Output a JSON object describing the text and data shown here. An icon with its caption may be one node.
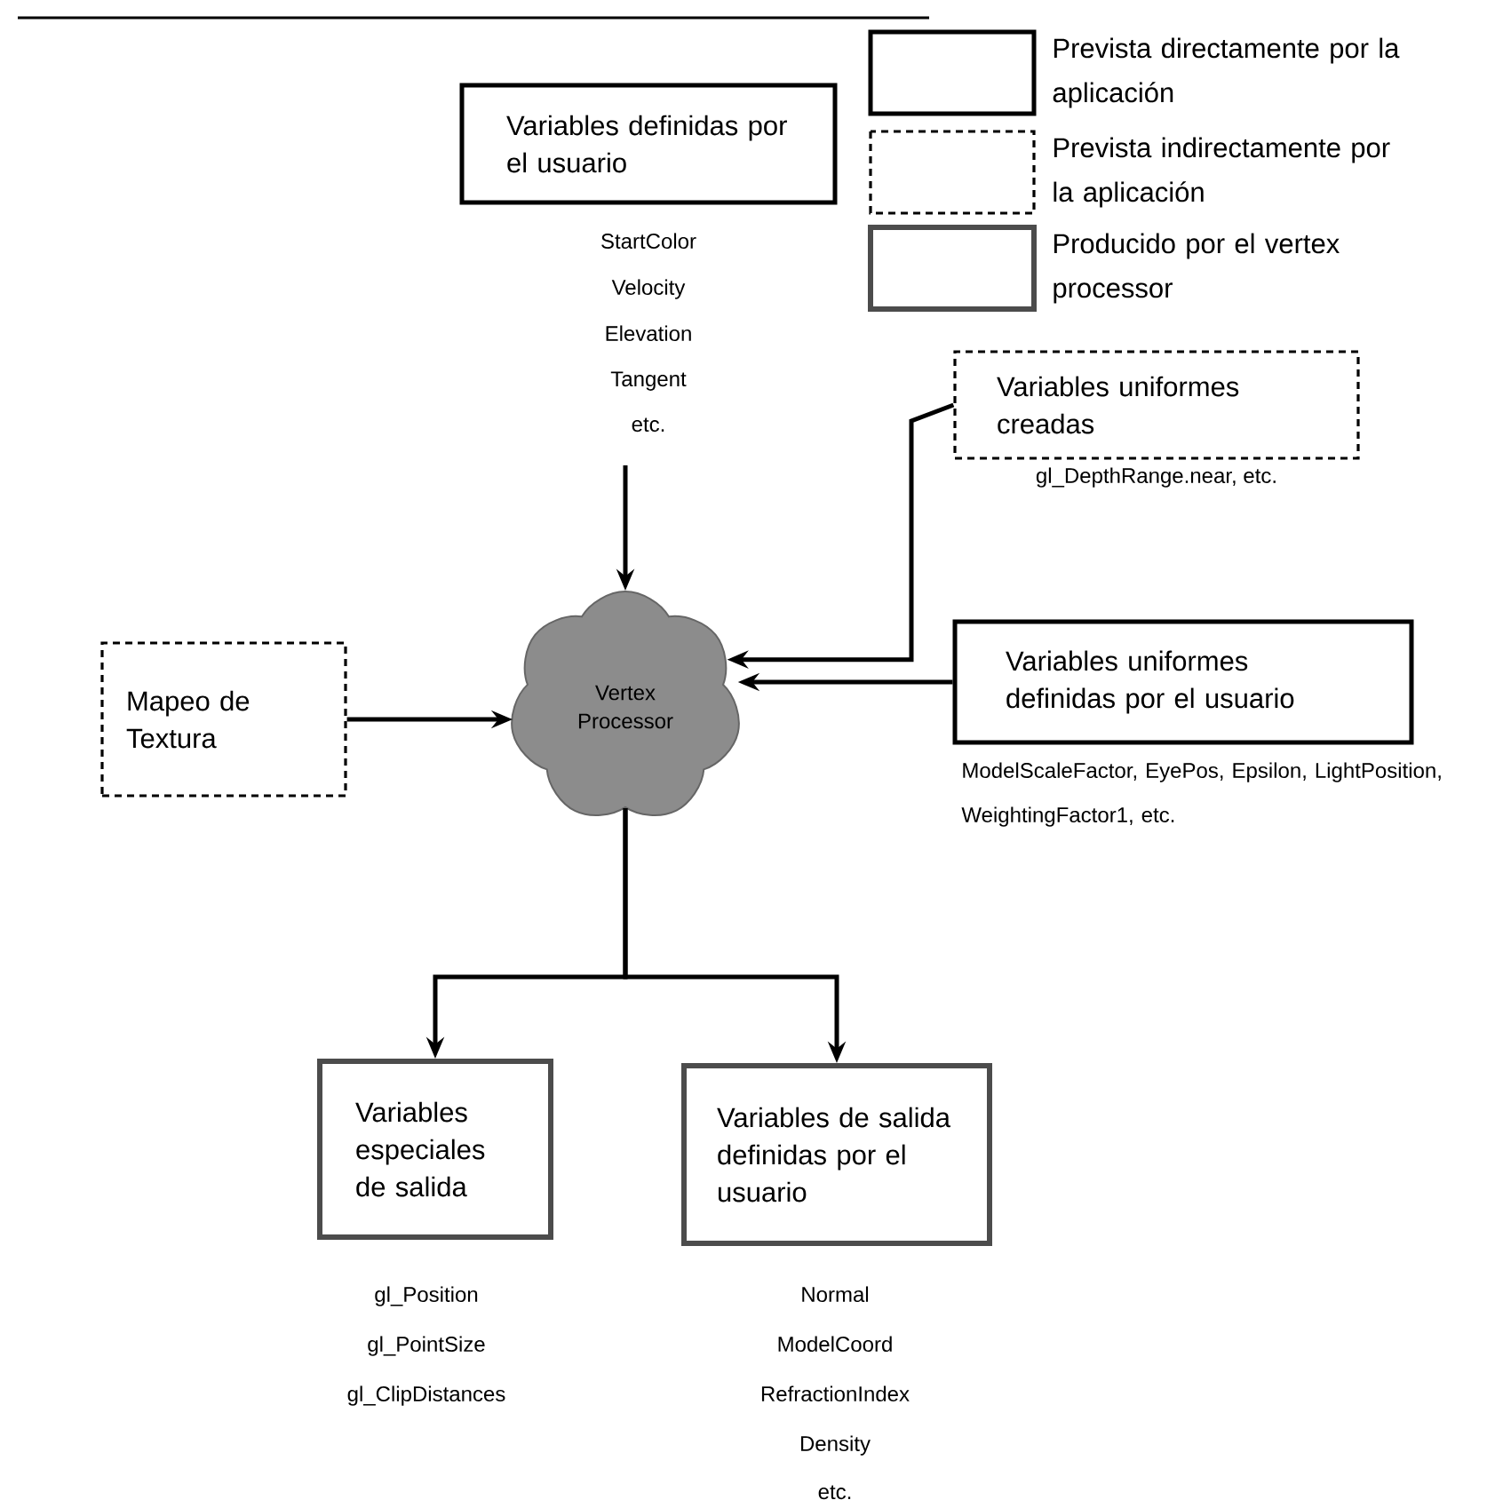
{
  "diagram": {
    "nodes": [
      {
        "text": [
          "Variables definidas por el usuario"
        ],
        "beside": [
          "StartColor",
          "Velocity",
          "Elevation",
          "Tangent",
          "etc."
        ]
      },
      {
        "text": [
          "Variables uniformes creadas"
        ],
        "beside": [
          "gl_DepthRange.near, etc."
        ]
      },
      {
        "text": [
          "Mapeo de Textura"
        ]
      },
      {
        "text": [
          "Vertex Processor"
        ]
      },
      {
        "text": [
          "Variables uniformes definidas por el usuario"
        ],
        "beside": [
          "ModelScaleFactor, EyePos, Epsilon, LightPosition, WeightingFactor1, etc."
        ]
      },
      {
        "text": [
          "Variables especiales de salida"
        ],
        "beside": [
          "gl_Position",
          "gl_PointSize",
          "gl_ClipDistances"
        ]
      },
      {
        "text": [
          "Variables de salida definidas por el usuario"
        ],
        "beside": [
          "Normal",
          "ModelCoord",
          "RefractionIndex",
          "Density",
          "etc."
        ]
      }
    ],
    "edges": [
      {
        "from": 0,
        "to": 3,
        "arrow": "to"
      },
      {
        "from": 1,
        "to": 3,
        "arrow": "to"
      },
      {
        "from": 2,
        "to": 3,
        "arrow": "to"
      },
      {
        "from": 4,
        "to": 3,
        "arrow": "to"
      },
      {
        "from": 3,
        "to": 5,
        "arrow": "to"
      },
      {
        "from": 3,
        "to": 6,
        "arrow": "to"
      }
    ],
    "legend": [
      {
        "text": "Prevista directamente por la aplicación"
      },
      {
        "text": "Prevista indirectamente por la aplicación"
      },
      {
        "text": "Producido por el vertex processor"
      }
    ]
  }
}
